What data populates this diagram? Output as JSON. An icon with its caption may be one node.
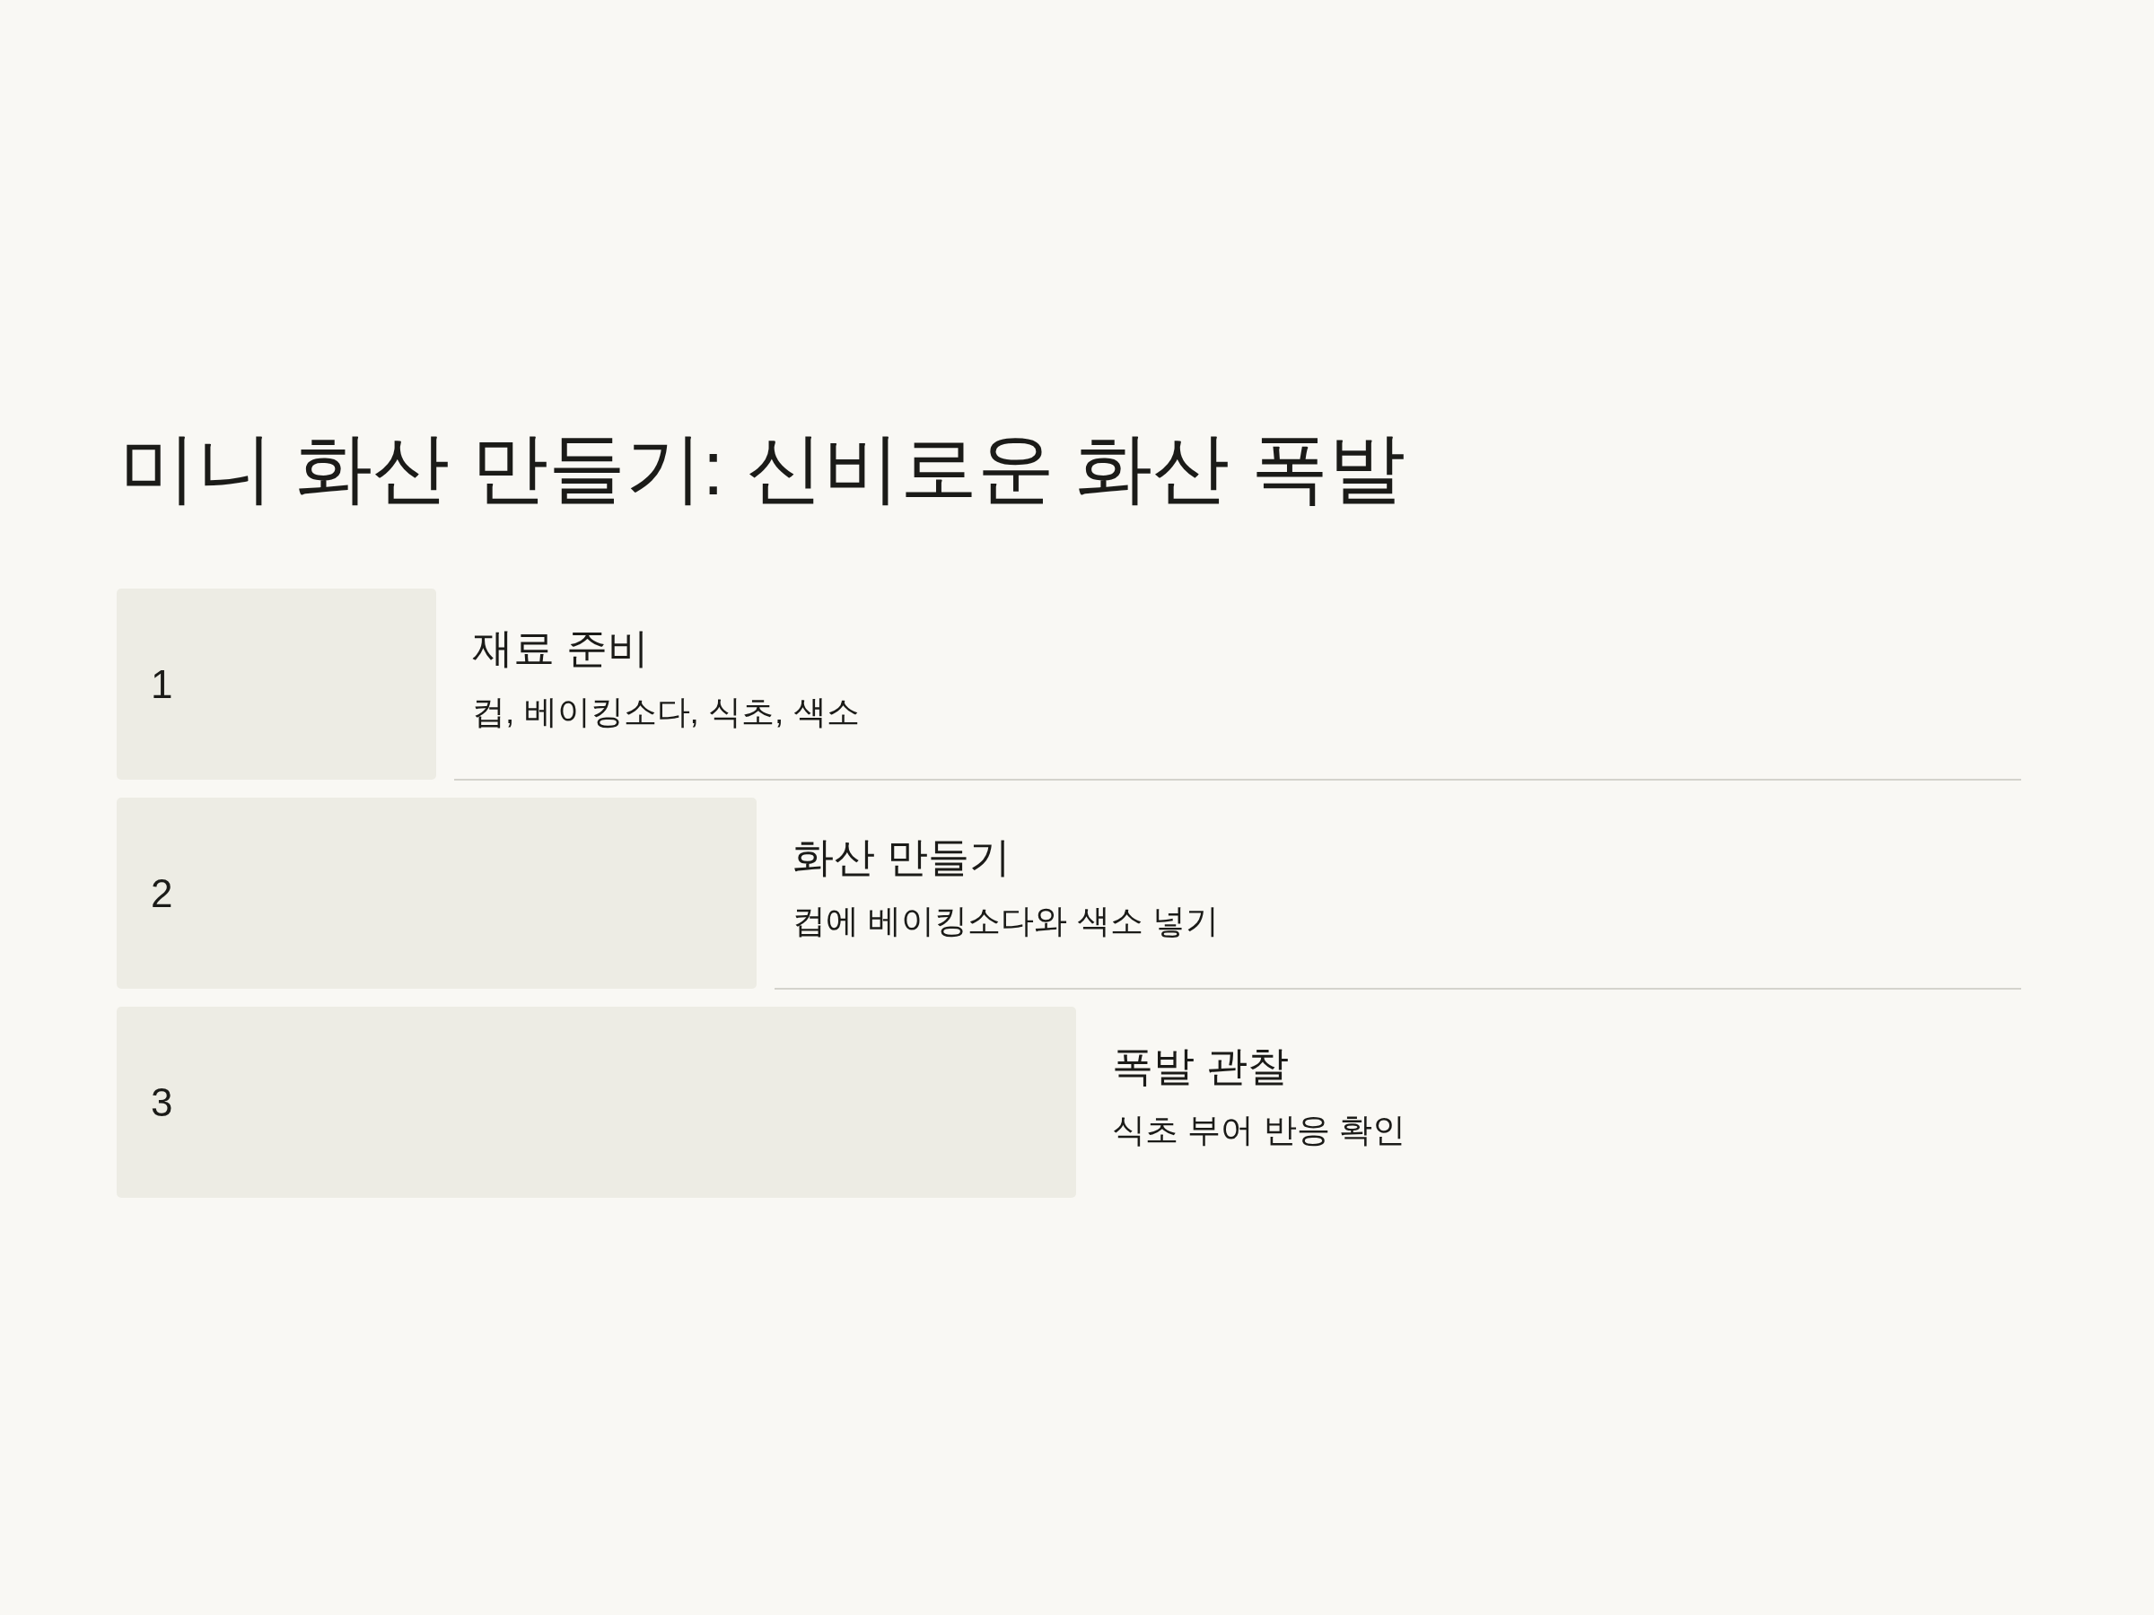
{
  "diagram": {
    "title": "미니 화산 만들기: 신비로운 화산 폭발",
    "nodes": [
      {
        "text": [
          "1"
        ],
        "beside": [
          "재료 준비",
          "컵, 베이킹소다, 식초, 색소"
        ]
      },
      {
        "text": [
          "2"
        ],
        "beside": [
          "화산 만들기",
          "컵에 베이킹소다와 색소 넣기"
        ]
      },
      {
        "text": [
          "3"
        ],
        "beside": [
          "폭발 관찰",
          "식초 부어 반응 확인"
        ]
      }
    ]
  }
}
